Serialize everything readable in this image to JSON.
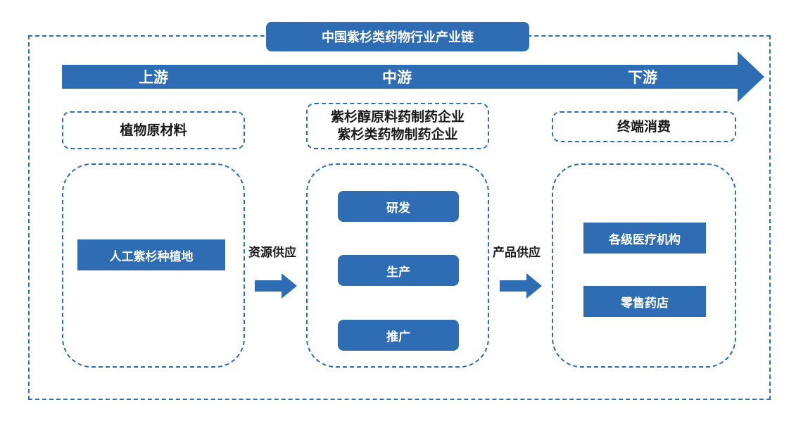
{
  "title": "中国紫杉类药物行业产业链",
  "stages": {
    "upstream": "上游",
    "midstream": "中游",
    "downstream": "下游"
  },
  "upstream": {
    "label": "植物原材料",
    "item": "人工紫杉种植地"
  },
  "midstream": {
    "label_line1": "紫杉醇原料药制药企业",
    "label_line2": "紫杉类药物制药企业",
    "items": [
      "研发",
      "生产",
      "推广"
    ]
  },
  "downstream": {
    "label": "终端消费",
    "items": [
      "各级医疗机构",
      "零售药店"
    ]
  },
  "flows": {
    "resource_supply": "资源供应",
    "product_supply": "产品供应"
  },
  "colors": {
    "primary": "#2e6db3",
    "watermark": "#f4c8c8"
  }
}
